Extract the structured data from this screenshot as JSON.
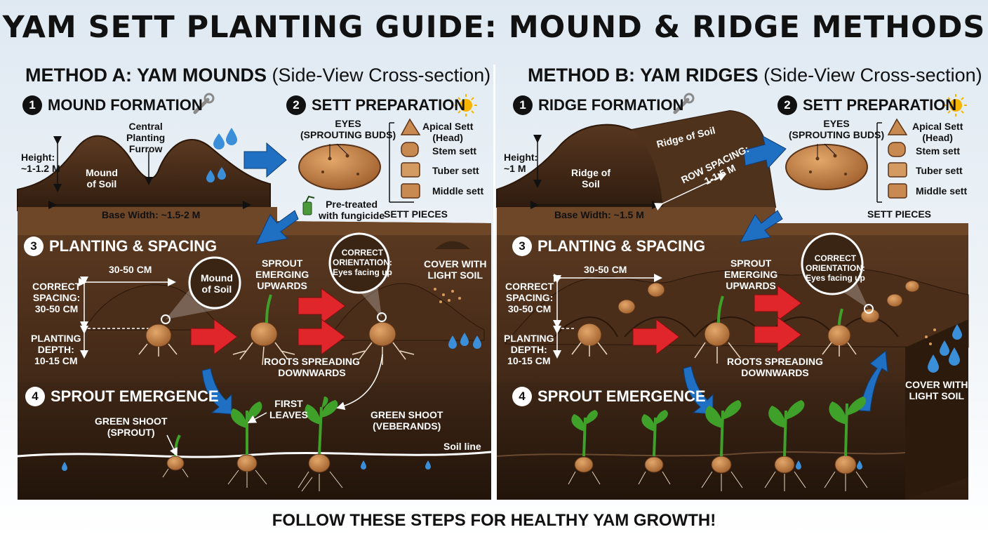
{
  "title": "YAM SETT PLANTING GUIDE: MOUND & RIDGE METHODS",
  "footer": "FOLLOW THESE STEPS FOR HEALTHY YAM GROWTH!",
  "method_a": {
    "heading": "METHOD A: YAM MOUNDS",
    "heading_sub": "(Side-View Cross-section)",
    "step1": {
      "num": "1",
      "label": "MOUND FORMATION"
    },
    "height_label": "Height:\n~1-1.2 M",
    "central_furrow": "Central\nPlanting\nFurrow",
    "mound_label": "Mound\nof Soil",
    "base_width": "Base Width: ~1.5-2 M",
    "step2": {
      "num": "2",
      "label": "SETT PREPARATION"
    },
    "eyes": "EYES\n(SPROUTING BUDS)",
    "pretreated": "Pre-treated\nwith fungicide",
    "sett_pieces": "SETT PIECES",
    "setts": [
      "Apical Sett\n(Head)",
      "Stem sett",
      "Tuber sett",
      "Middle sett"
    ],
    "step3": {
      "num": "3",
      "label": "PLANTING & SPACING"
    },
    "spacing_top": "30-50 CM",
    "correct_spacing": "CORRECT\nSPACING:\n30-50 CM",
    "planting_depth": "PLANTING\nDEPTH:\n10-15 CM",
    "mound_callout": "Mound\nof Soil",
    "sprout_emerging": "SPROUT\nEMERGING\nUPWARDS",
    "orientation": "CORRECT\nORIENTATION:\nEyes facing up",
    "cover": "COVER WITH\nLIGHT SOIL",
    "roots": "ROOTS SPREADING\nDOWNWARDS",
    "step4": {
      "num": "4",
      "label": "SPROUT EMERGENCE"
    },
    "first_leaves": "FIRST\nLEAVES",
    "green_shoot_sprout": "GREEN SHOOT\n(SPROUT)",
    "green_shoot_2": "GREEN SHOOT\n(VEBERANDS)",
    "soil_line": "Soil line"
  },
  "method_b": {
    "heading": "METHOD B: YAM RIDGES",
    "heading_sub": "(Side-View Cross-section)",
    "step1": {
      "num": "1",
      "label": "RIDGE FORMATION"
    },
    "height_label": "Height:\n~1 M",
    "ridge_label": "Ridge of\nSoil",
    "ridge_top": "Ridge of Soil",
    "row_spacing": "ROW SPACING:\n1-1.5 M",
    "base_width": "Base Width: ~1.5 M",
    "step2": {
      "num": "2",
      "label": "SETT PREPARATION"
    },
    "eyes": "EYES\n(SPROUTING BUDS)",
    "sett_pieces": "SETT PIECES",
    "setts": [
      "Apical Sett\n(Head)",
      "Stem sett",
      "Tuber sett",
      "Middle sett"
    ],
    "step3": {
      "num": "3",
      "label": "PLANTING & SPACING"
    },
    "spacing_top": "30-50 CM",
    "correct_spacing": "CORRECT\nSPACING:\n30-50 CM",
    "planting_depth": "PLANTING\nDEPTH:\n10-15 CM",
    "sprout_emerging": "SPROUT\nEMERGING\nUPWARDS",
    "orientation": "CORRECT\nORIENTATION:\nEyes facing up",
    "roots": "ROOTS SPREADING\nDOWNWARDS",
    "cover": "COVER WITH\nLIGHT SOIL",
    "step4": {
      "num": "4",
      "label": "SPROUT EMERGENCE"
    }
  },
  "icons": [
    "wrench-icon",
    "sun-icon",
    "water-drop-icon",
    "spray-bottle-icon",
    "arrow-icon"
  ],
  "colors": {
    "soil_dark": "#3a2414",
    "soil_mid": "#5a3a22",
    "arrow_red": "#e0262a",
    "arrow_blue": "#1f6fc2",
    "leaf": "#3fa02a"
  }
}
